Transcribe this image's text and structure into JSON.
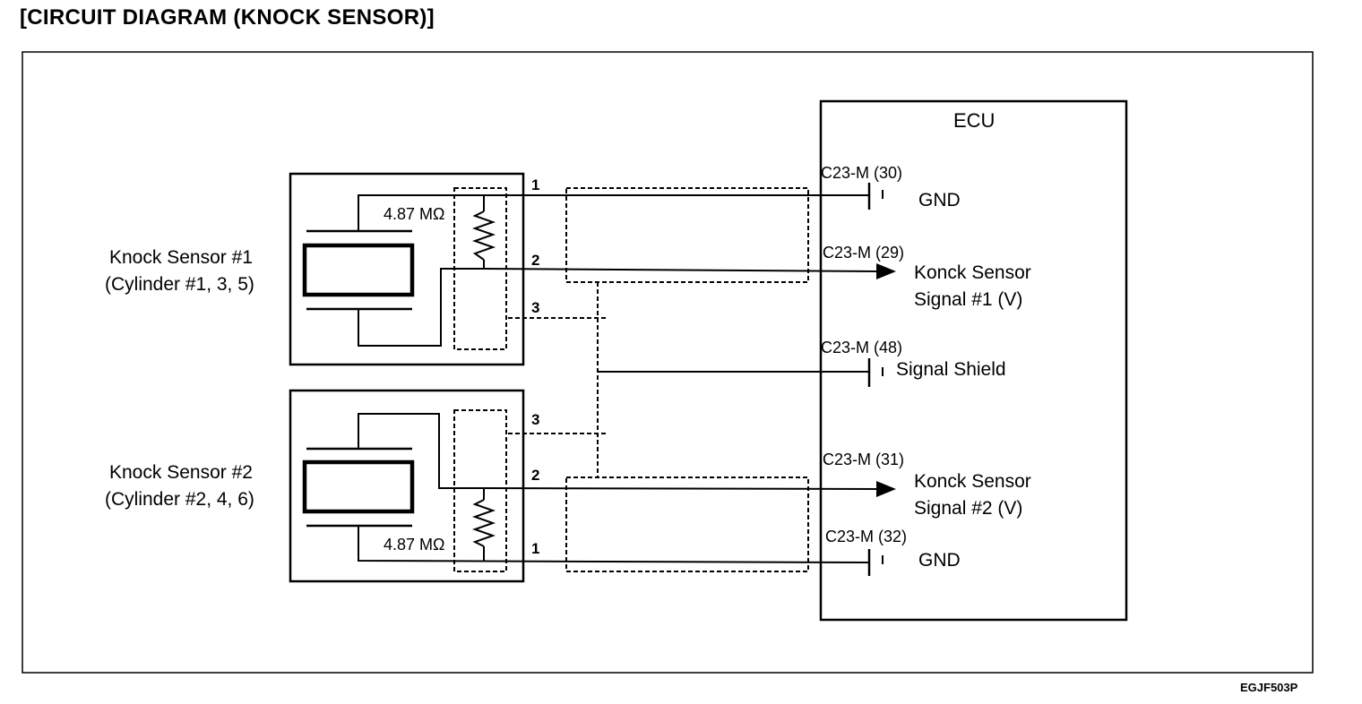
{
  "title": "[CIRCUIT DIAGRAM (KNOCK SENSOR)]",
  "doc_code": "EGJF503P",
  "ecu": {
    "label": "ECU",
    "pins": [
      {
        "connector": "C23-M (30)",
        "name": "GND"
      },
      {
        "connector": "C23-M (29)",
        "name_line1": "Konck Sensor",
        "name_line2": "Signal #1 (V)"
      },
      {
        "connector": "C23-M (48)",
        "name": "Signal Shield"
      },
      {
        "connector": "C23-M (31)",
        "name_line1": "Konck Sensor",
        "name_line2": "Signal #2 (V)"
      },
      {
        "connector": "C23-M (32)",
        "name": "GND"
      }
    ]
  },
  "sensors": [
    {
      "name": "Knock Sensor #1",
      "cylinders": "(Cylinder #1, 3, 5)",
      "resistance": "4.87 MΩ",
      "terminals": [
        "1",
        "2",
        "3"
      ]
    },
    {
      "name": "Knock Sensor #2",
      "cylinders": "(Cylinder #2, 4, 6)",
      "resistance": "4.87 MΩ",
      "terminals": [
        "3",
        "2",
        "1"
      ]
    }
  ]
}
